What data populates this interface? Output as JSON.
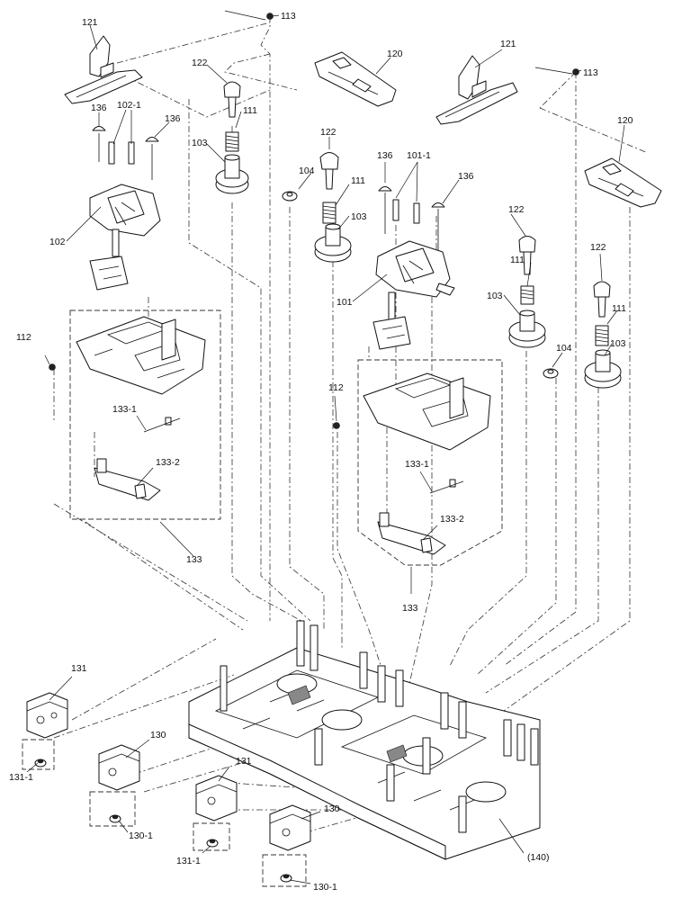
{
  "labels": [
    {
      "id": "p113a",
      "text": "113"
    },
    {
      "id": "p121a",
      "text": "121"
    },
    {
      "id": "p120a",
      "text": "120"
    },
    {
      "id": "p122a",
      "text": "122"
    },
    {
      "id": "p111a",
      "text": "111"
    },
    {
      "id": "p103a",
      "text": "103"
    },
    {
      "id": "p136a",
      "text": "136"
    },
    {
      "id": "p102_1",
      "text": "102-1"
    },
    {
      "id": "p136b",
      "text": "136"
    },
    {
      "id": "p102",
      "text": "102"
    },
    {
      "id": "p121b",
      "text": "121"
    },
    {
      "id": "p113b",
      "text": "113"
    },
    {
      "id": "p120b",
      "text": "120"
    },
    {
      "id": "p122b",
      "text": "122"
    },
    {
      "id": "p104a",
      "text": "104"
    },
    {
      "id": "p111b",
      "text": "111"
    },
    {
      "id": "p103b",
      "text": "103"
    },
    {
      "id": "p136c",
      "text": "136"
    },
    {
      "id": "p101_1",
      "text": "101-1"
    },
    {
      "id": "p136d",
      "text": "136"
    },
    {
      "id": "p122c",
      "text": "122"
    },
    {
      "id": "p111c",
      "text": "111"
    },
    {
      "id": "p101",
      "text": "101"
    },
    {
      "id": "p103c",
      "text": "103"
    },
    {
      "id": "p122d",
      "text": "122"
    },
    {
      "id": "p111d",
      "text": "111"
    },
    {
      "id": "p103d",
      "text": "103"
    },
    {
      "id": "p104b",
      "text": "104"
    },
    {
      "id": "p112a",
      "text": "112"
    },
    {
      "id": "p133_1a",
      "text": "133-1"
    },
    {
      "id": "p133_2a",
      "text": "133-2"
    },
    {
      "id": "p133a",
      "text": "133"
    },
    {
      "id": "p112b",
      "text": "112"
    },
    {
      "id": "p133_1b",
      "text": "133-1"
    },
    {
      "id": "p133_2b",
      "text": "133-2"
    },
    {
      "id": "p133b",
      "text": "133"
    },
    {
      "id": "p131a",
      "text": "131"
    },
    {
      "id": "p131_1a",
      "text": "131-1"
    },
    {
      "id": "p130a",
      "text": "130"
    },
    {
      "id": "p130_1a",
      "text": "130-1"
    },
    {
      "id": "p131b",
      "text": "131"
    },
    {
      "id": "p131_1b",
      "text": "131-1"
    },
    {
      "id": "p130b",
      "text": "130"
    },
    {
      "id": "p130_1b",
      "text": "130-1"
    },
    {
      "id": "p140",
      "text": "(140)"
    }
  ]
}
